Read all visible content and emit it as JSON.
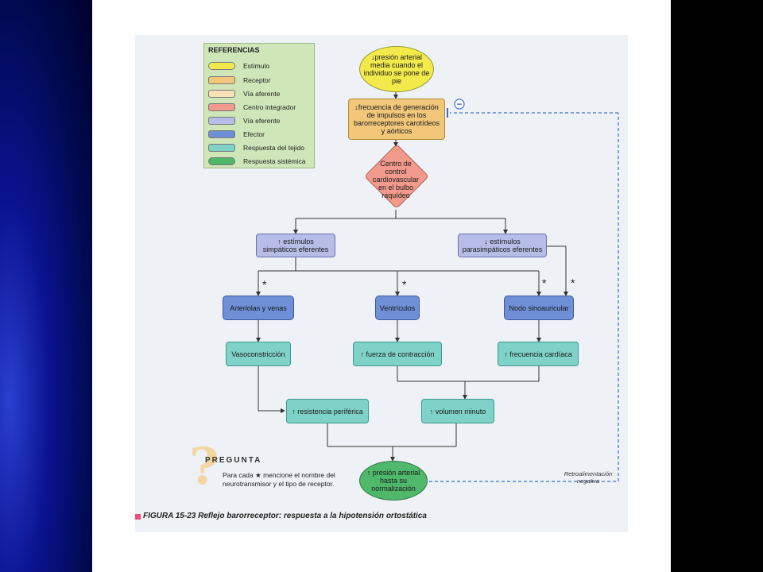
{
  "references": {
    "title": "REFERENCIAS",
    "items": [
      {
        "label": "Estímulo",
        "color": "#f2ea4a"
      },
      {
        "label": "Receptor",
        "color": "#f2c77a"
      },
      {
        "label": "Vía aferente",
        "color": "#f7e2b8"
      },
      {
        "label": "Centro integrador",
        "color": "#f29a8c"
      },
      {
        "label": "Vía eferente",
        "color": "#b7bde6"
      },
      {
        "label": "Efector",
        "color": "#6f8fd6"
      },
      {
        "label": "Respuesta del tejido",
        "color": "#7fd2c7"
      },
      {
        "label": "Respuesta sistémica",
        "color": "#4fb86b"
      }
    ]
  },
  "flow": {
    "stimulus": "↓presión arterial media cuando el individuo se pone de pie",
    "receptor": "↓frecuencia de generación de impulsos en los barorreceptores carotídeos y aórticos",
    "center": "Centro de control cardiovascular en el bulbo raquídeo",
    "sympathetic": "↑ estímulos simpáticos eferentes",
    "parasympathetic": "↓ estímulos parasimpáticos eferentes",
    "arterioles": "Arteriolas y venas",
    "ventricles": "Ventrículos",
    "sa_node": "Nodo sinoauricular",
    "vasoconstriction": "Vasoconstricción",
    "contraction": "↑ fuerza de contracción",
    "heart_rate": "↑ frecuencia cardíaca",
    "resistance": "↑ resistencia periférica",
    "cardiac_output": "↑ volumen minuto",
    "result": "↑ presión arterial hasta su normalización",
    "minus": "−",
    "star": "*"
  },
  "feedback_label": "Retroalimentación negativa",
  "question": {
    "heading": "PREGUNTA",
    "text": "Para cada ★ mencione el nombre del neurotransmisor y el tipo de receptor.",
    "mark": "?"
  },
  "caption": "FIGURA 15-23 Reflejo barorreceptor: respuesta a la hipotensión ortostática"
}
